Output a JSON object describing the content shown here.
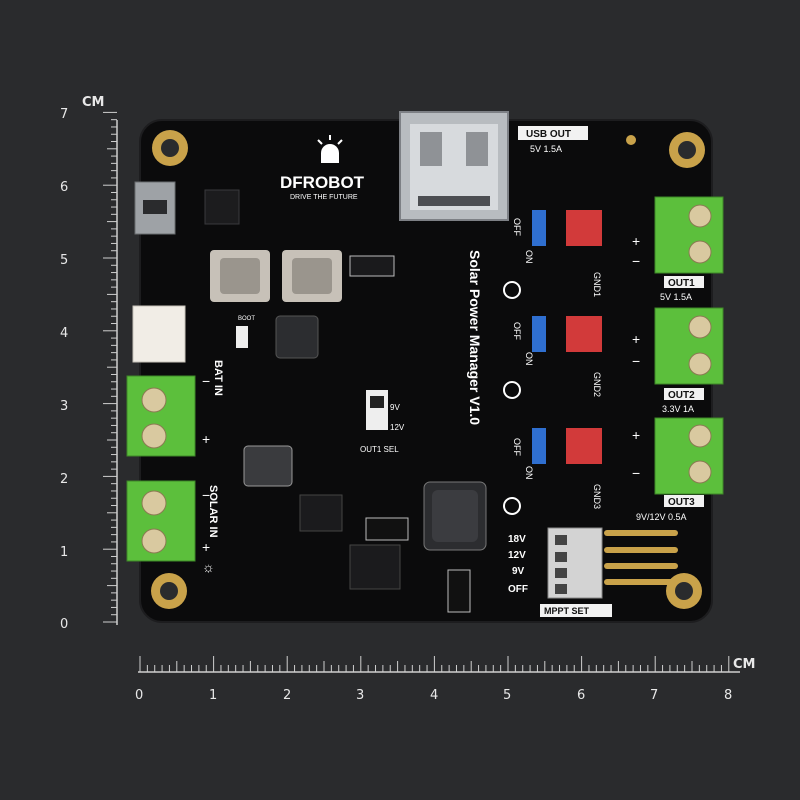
{
  "ruler": {
    "unit_left": "CM",
    "unit_bottom": "CM",
    "left_ticks": [
      "7",
      "6",
      "5",
      "4",
      "3",
      "2",
      "1",
      "0"
    ],
    "bottom_ticks": [
      "0",
      "1",
      "2",
      "3",
      "4",
      "5",
      "6",
      "7",
      "8"
    ]
  },
  "board": {
    "brand": "DFROBOT",
    "tagline": "DRIVE THE FUTURE",
    "title": "Solar Power Manager V1.0",
    "usb_out_label": "USB OUT",
    "usb_out_spec": "5V 1.5A",
    "out1_label": "OUT1",
    "out1_spec": "5V 1.5A",
    "out2_label": "OUT2",
    "out2_spec": "3.3V 1A",
    "out3_label": "OUT3",
    "out3_spec": "9V/12V 0.5A",
    "out1_sel": "OUT1 SEL",
    "bat_in": "BAT IN",
    "solar_in": "SOLAR IN",
    "mppt_set": "MPPT SET",
    "mppt_options": [
      "18V",
      "12V",
      "9V",
      "OFF"
    ],
    "switch_off": "OFF",
    "switch_on": "ON",
    "gnd1": "GND1",
    "gnd2": "GND2",
    "gnd3": "GND3",
    "boot": "BOOT",
    "sel_9v": "9V",
    "sel_12v": "12V"
  },
  "colors": {
    "background": "#2a2b2d",
    "pcb": "#0b0b0c",
    "terminal": "#5cbf3c",
    "copper": "#c9a24a",
    "header_blue": "#2f6fd0",
    "header_red": "#d23a3a"
  }
}
